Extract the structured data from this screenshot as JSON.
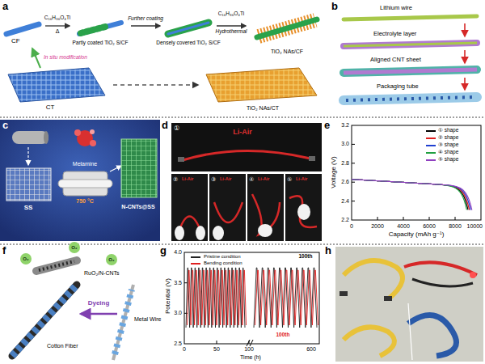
{
  "diagram": {
    "labels": [
      "a",
      "C₁₆H₃₆O₄Ti",
      "Δ",
      "Further coating",
      "C₁₆H₃₆O₄Ti",
      "Hydrothermal",
      "CF",
      "Partly coated TiO₂ S/CF",
      "Densely covered TiO₂ S/CF",
      "TiO₂ NAs/CF",
      "In situ modification",
      "CT",
      "TiO₂ NAs/CT",
      "b",
      "Lithium wire",
      "Electrolyte layer",
      "Aligned CNT sheet",
      "Packaging tube",
      "c",
      "SS",
      "Melamine",
      "750 °C",
      "N-CNTs@SS",
      "d",
      "①",
      "Li-Air",
      "②",
      "Li-Air",
      "③",
      "Li-Air",
      "④",
      "Li-Air",
      "⑤",
      "Li-Air",
      "e",
      "3.2",
      "3.0",
      "2.8",
      "2.6",
      "2.4",
      "2.2",
      "Voltage (V)",
      "0",
      "2000",
      "4000",
      "6000",
      "8000",
      "10000",
      "Capacity (mAh g⁻¹)",
      "f",
      "O₂",
      "O₂",
      "O₂",
      "RuO₂/N-CNTs",
      "Dyeing",
      "Metal Wire",
      "Cotton Fiber",
      "g",
      "4.0",
      "3.5",
      "3.0",
      "2.5",
      "Potential (V)",
      "0",
      "50",
      "100",
      "600",
      "Time (h)",
      "100th",
      "100th",
      "h"
    ],
    "legend": [
      {
        "text": "① shape"
      },
      {
        "text": "② shape"
      },
      {
        "text": "③ shape"
      },
      {
        "text": "④ shape"
      },
      {
        "text": "⑤ shape"
      },
      {
        "text": "Pristine condition"
      },
      {
        "text": "Bending condition"
      }
    ]
  }
}
